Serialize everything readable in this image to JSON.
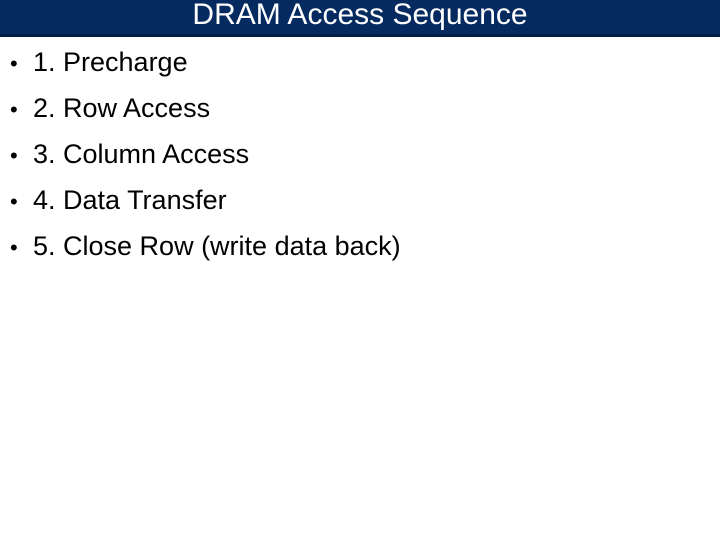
{
  "slide": {
    "title": "DRAM Access Sequence",
    "title_bar_color": "#042a60",
    "title_text_color": "#ffffff",
    "background_color": "#ffffff",
    "body_text_color": "#000000",
    "bullet_glyph": "•",
    "items": [
      {
        "label": "1. Precharge"
      },
      {
        "label": "2. Row Access"
      },
      {
        "label": "3. Column Access"
      },
      {
        "label": "4. Data Transfer"
      },
      {
        "label": "5. Close Row (write data back)"
      }
    ]
  }
}
